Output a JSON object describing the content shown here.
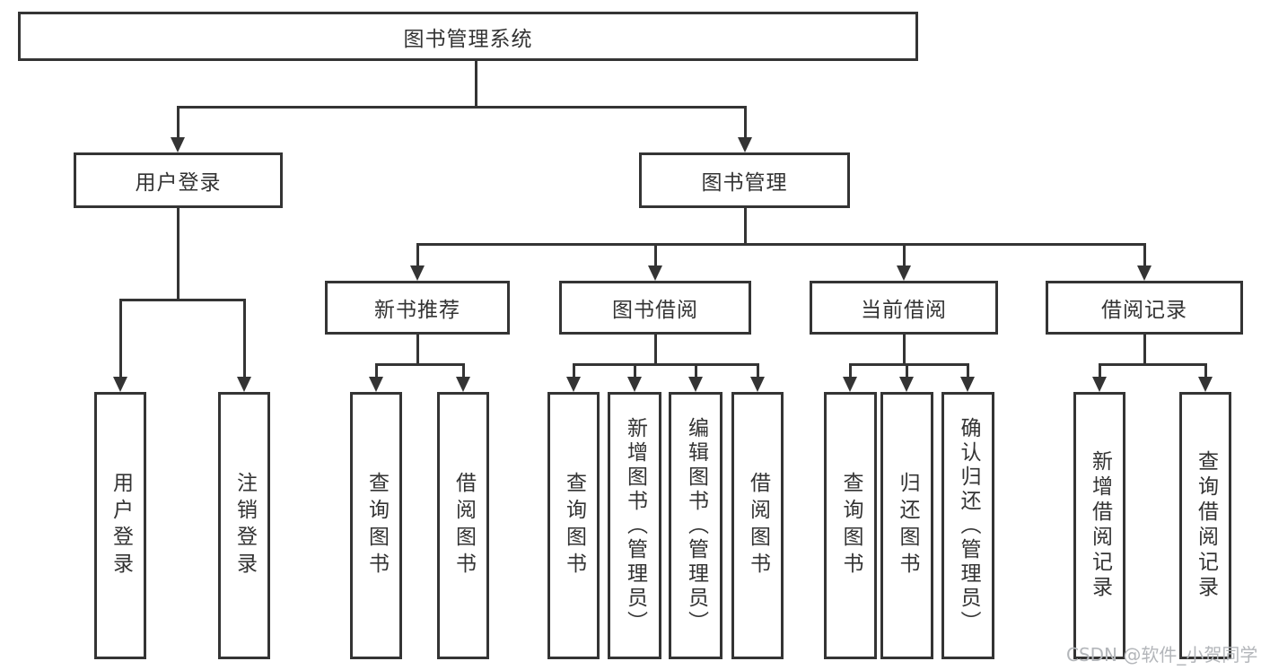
{
  "diagram": {
    "title": "图书管理系统",
    "root": "图书管理系统",
    "level2": {
      "user_login": "用户登录",
      "book_management": "图书管理"
    },
    "level3": {
      "new_book_rec": "新书推荐",
      "book_borrow": "图书借阅",
      "current_borrow": "当前借阅",
      "borrow_records": "借阅记录"
    },
    "leaves": {
      "login": "用户登录",
      "logout": "注销登录",
      "rec_query_books": "查询图书",
      "rec_borrow_books": "借阅图书",
      "bb_query_books": "查询图书",
      "bb_add_books": "新增图书（管理员）",
      "bb_edit_books": "编辑图书（管理员）",
      "bb_borrow_books": "借阅图书",
      "cb_query_books": "查询图书",
      "cb_return_books": "归还图书",
      "cb_confirm_return": "确认归还（管理员）",
      "br_add_record": "新增借阅记录",
      "br_query_record": "查询借阅记录"
    }
  },
  "watermark": "CSDN @软件_小贺同学",
  "colors": {
    "line": "#343434",
    "text": "#333333",
    "watermark": "#b3b6ba",
    "background": "#ffffff"
  }
}
